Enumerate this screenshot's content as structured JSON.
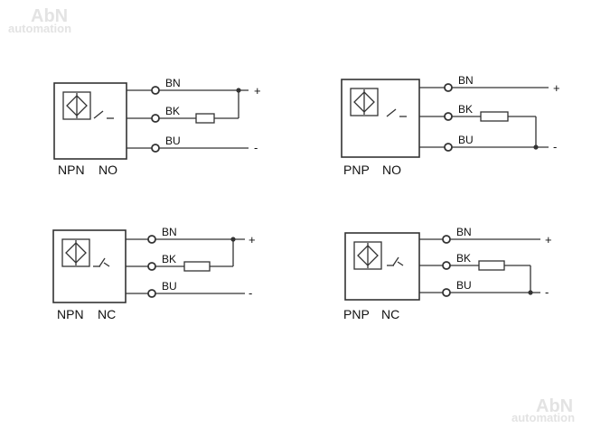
{
  "watermark": {
    "brand": "AbN",
    "sub": "automation",
    "color": "#e3e3e3"
  },
  "colors": {
    "line": "#333333",
    "text": "#111111"
  },
  "wire_labels": {
    "bn": "BN",
    "bk": "BK",
    "bu": "BU"
  },
  "polarity": {
    "plus": "+",
    "minus": "-"
  },
  "diagrams": [
    {
      "type_label": "NPN",
      "mode_label": "NO",
      "load_to": "positive",
      "contact": "normally-open"
    },
    {
      "type_label": "PNP",
      "mode_label": "NO",
      "load_to": "negative",
      "contact": "normally-open"
    },
    {
      "type_label": "NPN",
      "mode_label": "NC",
      "load_to": "positive",
      "contact": "normally-closed"
    },
    {
      "type_label": "PNP",
      "mode_label": "NC",
      "load_to": "negative",
      "contact": "normally-closed"
    }
  ]
}
